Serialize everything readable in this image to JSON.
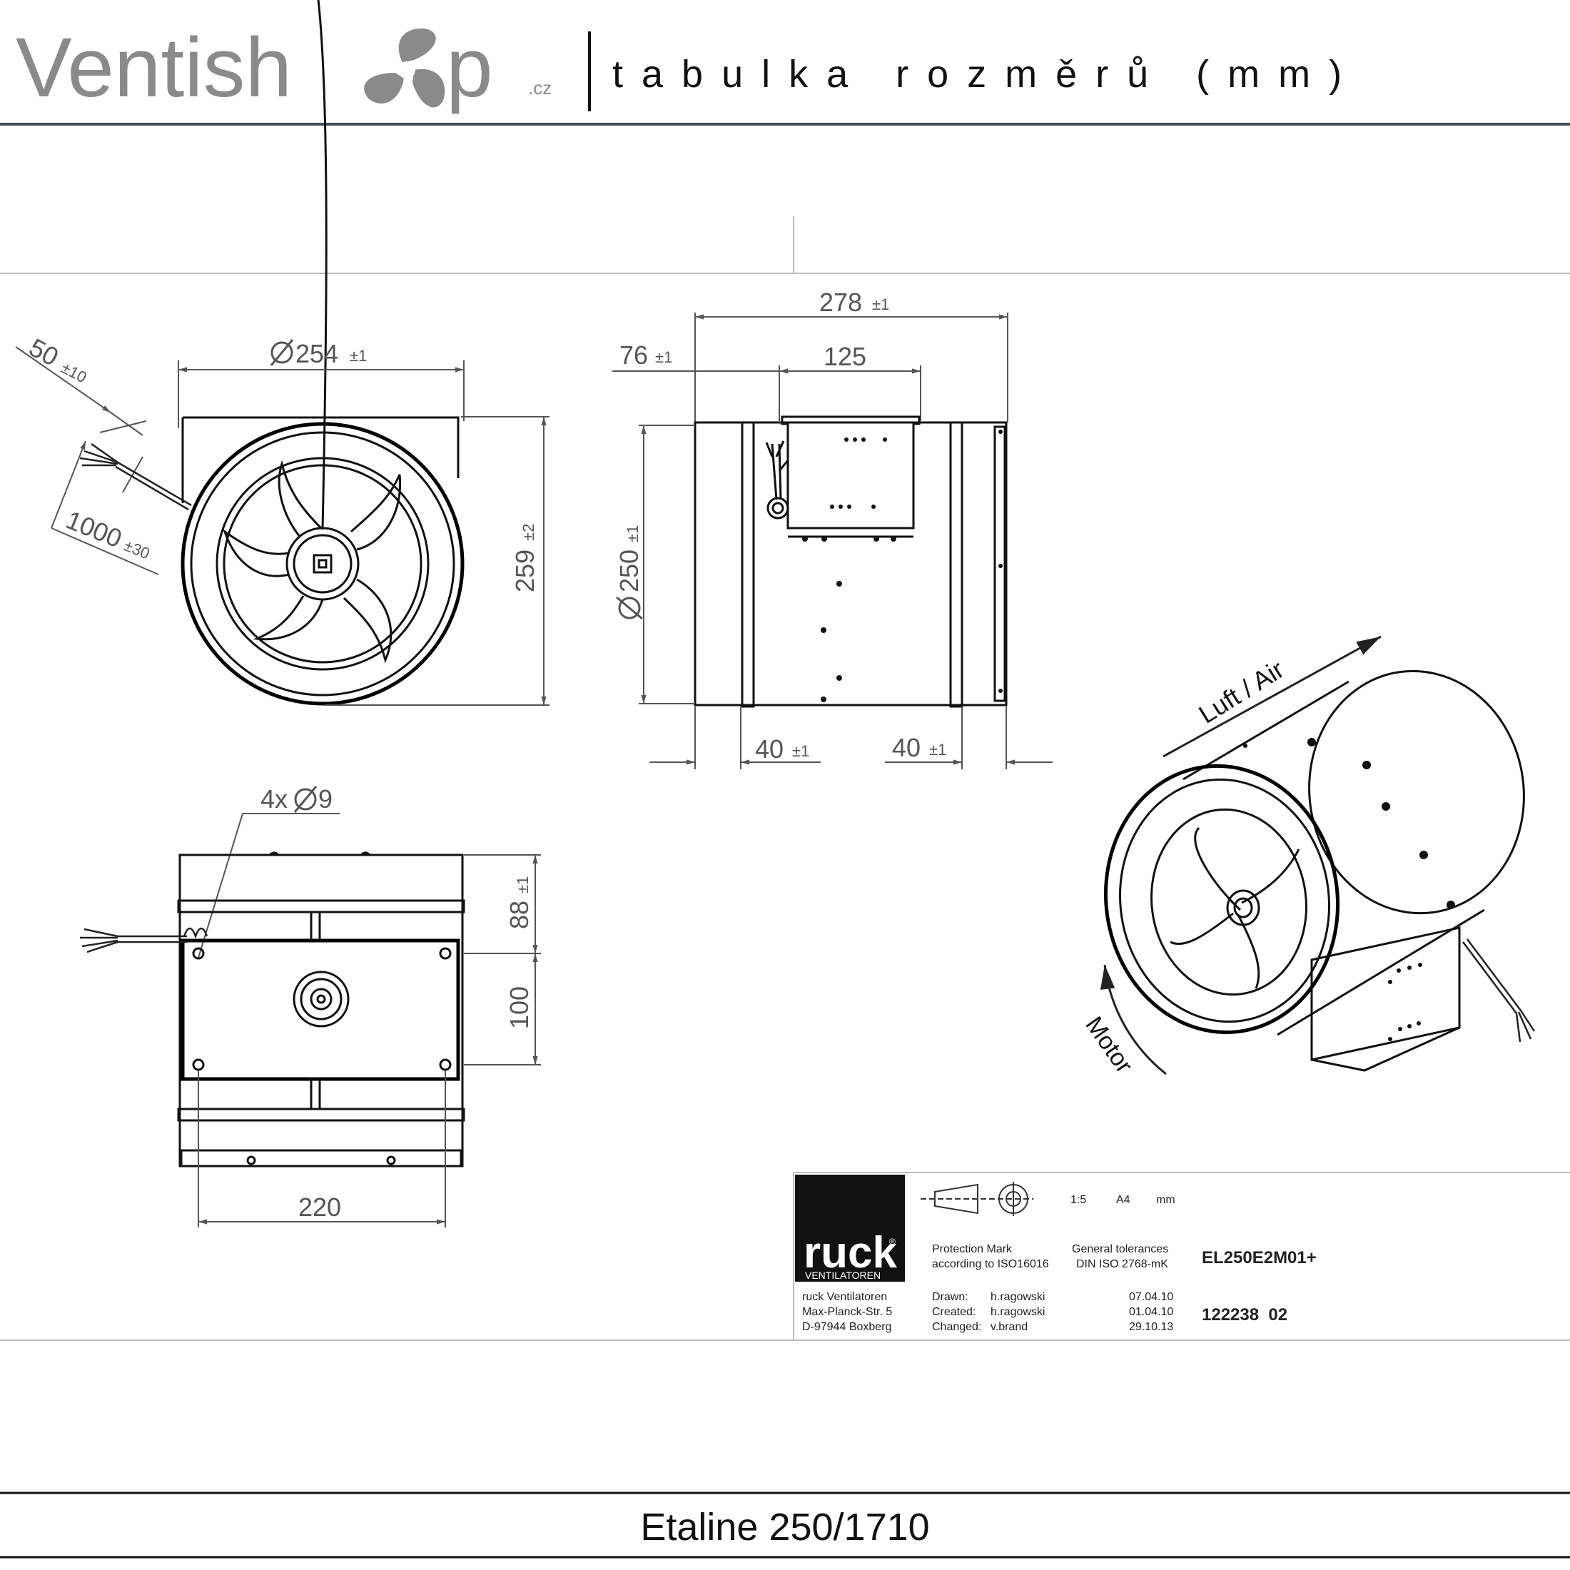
{
  "header": {
    "brand_left": "Ventish",
    "brand_right": "p",
    "brand_suffix": ".cz",
    "subtitle": "tabulka rozměrů (mm)"
  },
  "footer": {
    "product": "Etaline 250/1710"
  },
  "dimensions": {
    "cable_len": "50",
    "cable_len_tol": "±10",
    "cable_total": "1000",
    "cable_total_tol": "±30",
    "outer_dia": "254",
    "outer_dia_tol": "±1",
    "height": "259",
    "height_tol": "±2",
    "length": "278",
    "length_tol": "±1",
    "offset": "76",
    "offset_tol": "±1",
    "box_width": "125",
    "duct_dia": "250",
    "duct_dia_tol": "±1",
    "collar_left": "40",
    "collar_left_tol": "±1",
    "collar_right": "40",
    "collar_right_tol": "±1",
    "holes": "4x",
    "hole_dia": "9",
    "box_top": "88",
    "box_top_tol": "±1",
    "box_height": "100",
    "mount_width": "220"
  },
  "labels": {
    "air": "Luft / Air",
    "motor": "Motor"
  },
  "title_block": {
    "logo": "ruck",
    "logo_sup": "®",
    "logo_sub": "VENTILATOREN",
    "company": [
      "ruck Ventilatoren",
      "Max-Planck-Str. 5",
      "D-97944 Boxberg"
    ],
    "scale": "1:5",
    "format": "A4",
    "unit": "mm",
    "protection": [
      "Protection Mark",
      "according to ISO16016"
    ],
    "tolerances": [
      "General tolerances",
      "DIN ISO 2768-mK"
    ],
    "model": "EL250E2M01+",
    "drawn_label": "Drawn:",
    "drawn_by": "h.ragowski",
    "drawn_date": "07.04.10",
    "created_label": "Created:",
    "created_by": "h.ragowski",
    "created_date": "01.04.10",
    "changed_label": "Changed:",
    "changed_by": "v.brand",
    "changed_date": "29.10.13",
    "drawing_no": "122238  02"
  }
}
